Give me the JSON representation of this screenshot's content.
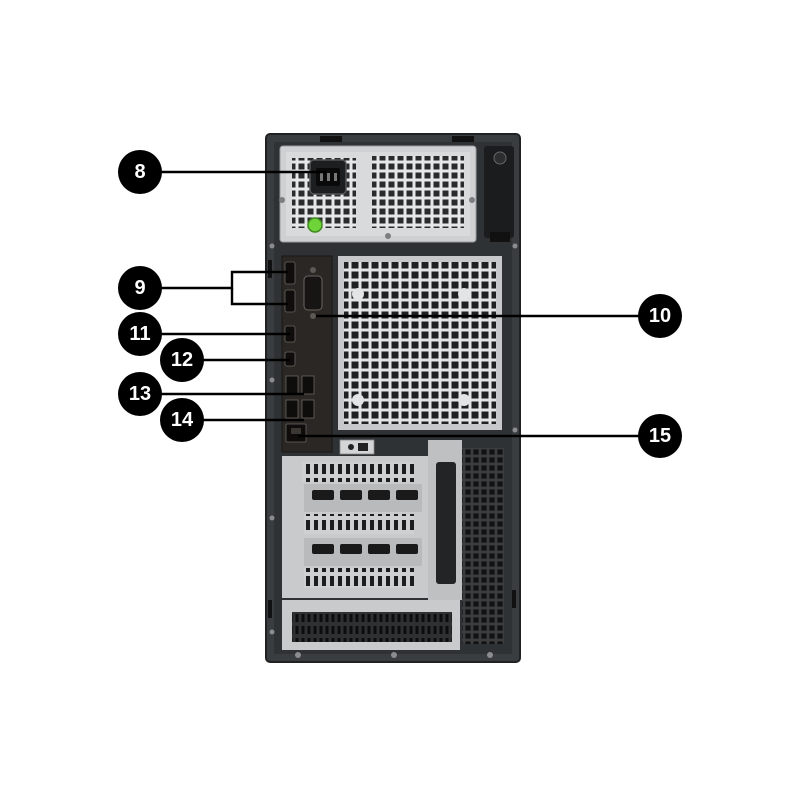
{
  "callouts": [
    {
      "label": "8"
    },
    {
      "label": "9"
    },
    {
      "label": "10"
    },
    {
      "label": "11"
    },
    {
      "label": "12"
    },
    {
      "label": "13"
    },
    {
      "label": "14"
    },
    {
      "label": "15"
    }
  ],
  "colors": {
    "chassis": "#3a3d40",
    "chassis_edge": "#1f2123",
    "metal_panel": "#d9dadb",
    "io_panel": "#2b2724",
    "grille_dark": "#1b1c1d",
    "power_led": "#6fd33a",
    "callout_fill": "#000000",
    "callout_text": "#ffffff"
  }
}
